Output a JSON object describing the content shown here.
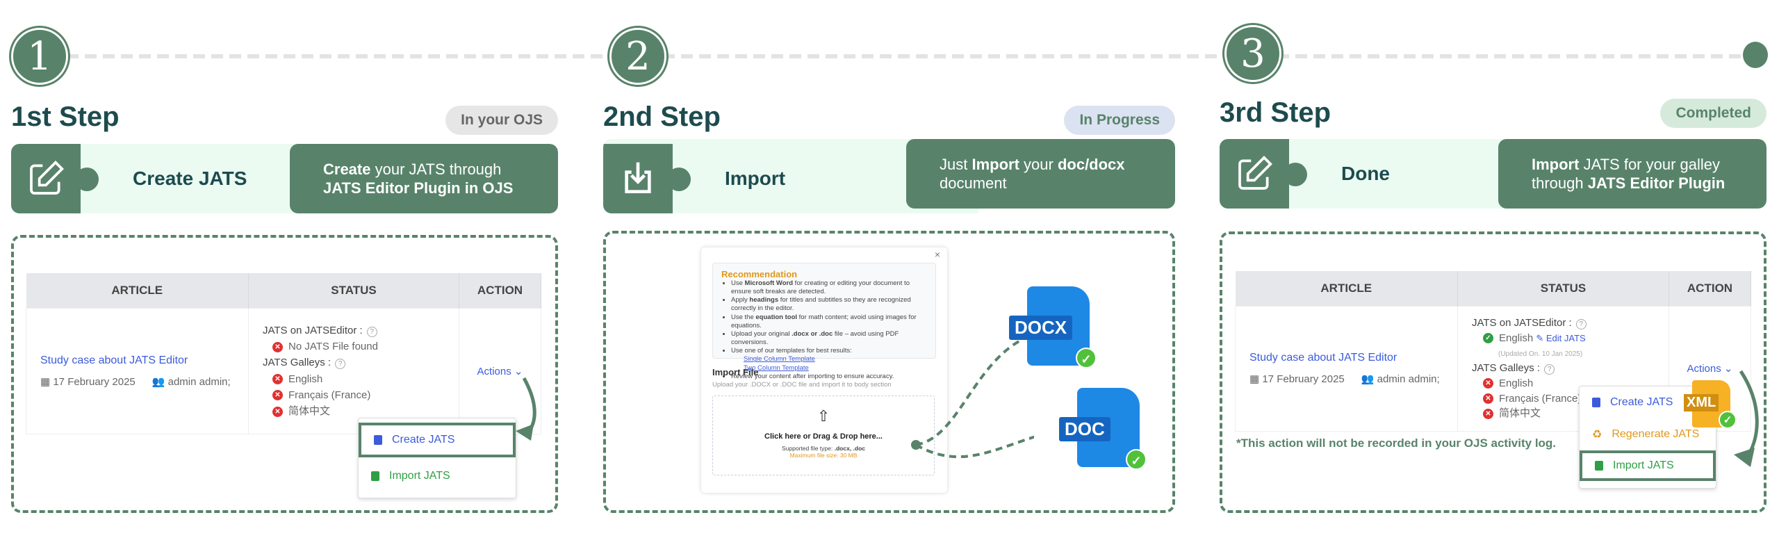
{
  "steps": [
    {
      "number": "1",
      "heading": "1st Step",
      "badge": "In your OJS",
      "card_title": "Create JATS",
      "desc_bold1": "Create",
      "desc_text1": " your JATS through",
      "desc_bold2": "JATS Editor Plugin in OJS",
      "icon": "edit-icon"
    },
    {
      "number": "2",
      "heading": "2nd Step",
      "badge": "In Progress",
      "card_title": "Import",
      "desc_text1": "Just ",
      "desc_bold1": "Import",
      "desc_text2": " your ",
      "desc_bold2": "doc/docx",
      "desc_text3": "document",
      "icon": "import-icon"
    },
    {
      "number": "3",
      "heading": "3rd Step",
      "badge": "Completed",
      "card_title": "Done",
      "desc_bold1": "Import",
      "desc_text1": " JATS for your galley",
      "desc_text2": "through ",
      "desc_bold2": "JATS Editor Plugin",
      "icon": "edit-icon"
    }
  ],
  "colors": {
    "brand": "#58836a",
    "badge_ojs": "#e6e6e6",
    "badge_progress": "#dbe2f1",
    "badge_done": "#d5eadb"
  },
  "table": {
    "headers": [
      "ARTICLE",
      "STATUS",
      "ACTION"
    ],
    "article_title": "Study case about JATS Editor",
    "date": "17 February 2025",
    "author": "admin admin;",
    "jats_label": "JATS on JATSEditor :",
    "galleys_label": "JATS Galleys :",
    "no_file": "No JATS File found",
    "galleys": [
      "English",
      "Français (France)",
      "简体中文"
    ],
    "actions": "Actions",
    "jats_english": "English",
    "edit_jats": "Edit JATS",
    "updated": "(Updated On. 10 Jan 2025)"
  },
  "menu": {
    "create": "Create JATS",
    "import": "Import JATS",
    "regenerate": "Regenerate JATS"
  },
  "note": "*This action will not be recorded in your OJS activity log.",
  "modal": {
    "close": "×",
    "rec_title": "Recommendation",
    "rec_items": [
      [
        "Use ",
        "Microsoft Word",
        " for creating or editing your document to ensure soft breaks are detected."
      ],
      [
        "Apply ",
        "headings",
        " for titles and subtitles so they are recognized correctly in the editor."
      ],
      [
        "Use the ",
        "equation tool",
        " for math content; avoid using images for equations."
      ],
      [
        "Upload your original ",
        ".docx or .doc",
        " file – avoid using PDF conversions."
      ],
      [
        "Use one of our templates for best results:",
        "",
        ""
      ],
      [
        "Review your content after importing to ensure accuracy.",
        "",
        ""
      ]
    ],
    "templates": [
      "Single Column Template",
      "Two Column Template"
    ],
    "import_title": "Import File",
    "import_sub": "Upload your .DOCX or .DOC file and import it to body section",
    "drop_text": "Click here or Drag & Drop here...",
    "supported_label": "Supported file type: ",
    "supported_types": ".docx, .doc",
    "max_size": "Maximum file size: 30 MB"
  },
  "files": {
    "docx": "DOCX",
    "doc": "DOC",
    "xml": "XML"
  }
}
